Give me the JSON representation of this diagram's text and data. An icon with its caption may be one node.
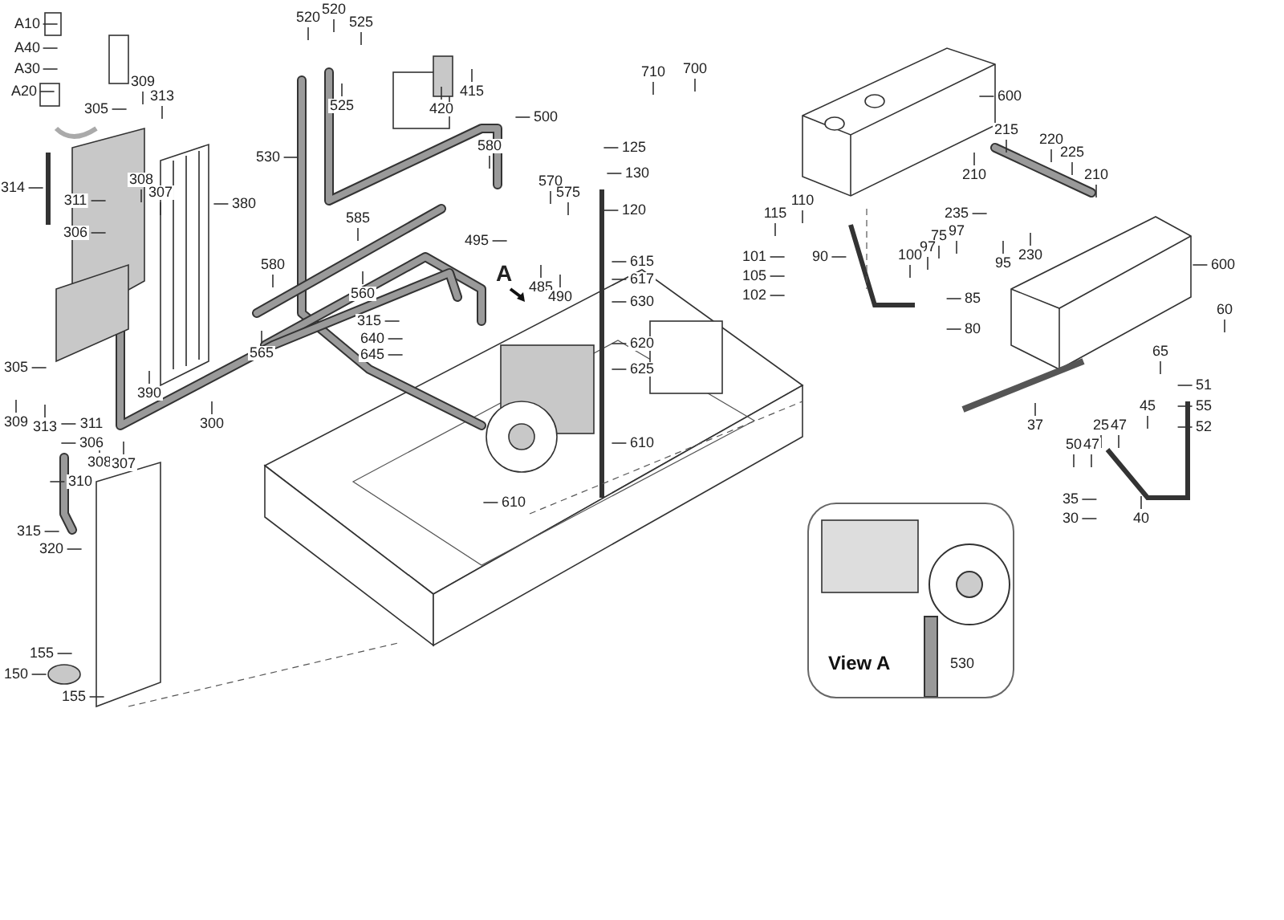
{
  "diagram": {
    "nodes": [
      {
        "text": [
          "View A",
          "530"
        ]
      }
    ],
    "labels": [
      "A10",
      "520",
      "520",
      "525",
      "A40",
      "A30",
      "710",
      "700",
      "309",
      "A20",
      "415",
      "313",
      "600",
      "305",
      "525",
      "420",
      "500",
      "215",
      "220",
      "580",
      "125",
      "225",
      "530",
      "130",
      "210",
      "210",
      "308",
      "570",
      "314",
      "307",
      "575",
      "311",
      "380",
      "110",
      "120",
      "115",
      "235",
      "585",
      "306",
      "75",
      "97",
      "495",
      "97",
      "101",
      "90",
      "100",
      "230",
      "580",
      "615",
      "95",
      "600",
      "A",
      "617",
      "105",
      "485",
      "560",
      "490",
      "630",
      "102",
      "85",
      "60",
      "315",
      "80",
      "640",
      "620",
      "565",
      "645",
      "65",
      "305",
      "625",
      "51",
      "390",
      "45",
      "55",
      "309",
      "313",
      "311",
      "300",
      "37",
      "25",
      "47",
      "52",
      "306",
      "610",
      "50",
      "47",
      "308",
      "307",
      "310",
      "610",
      "35",
      "30",
      "40",
      "315",
      "320",
      "155",
      "150",
      "155"
    ]
  }
}
